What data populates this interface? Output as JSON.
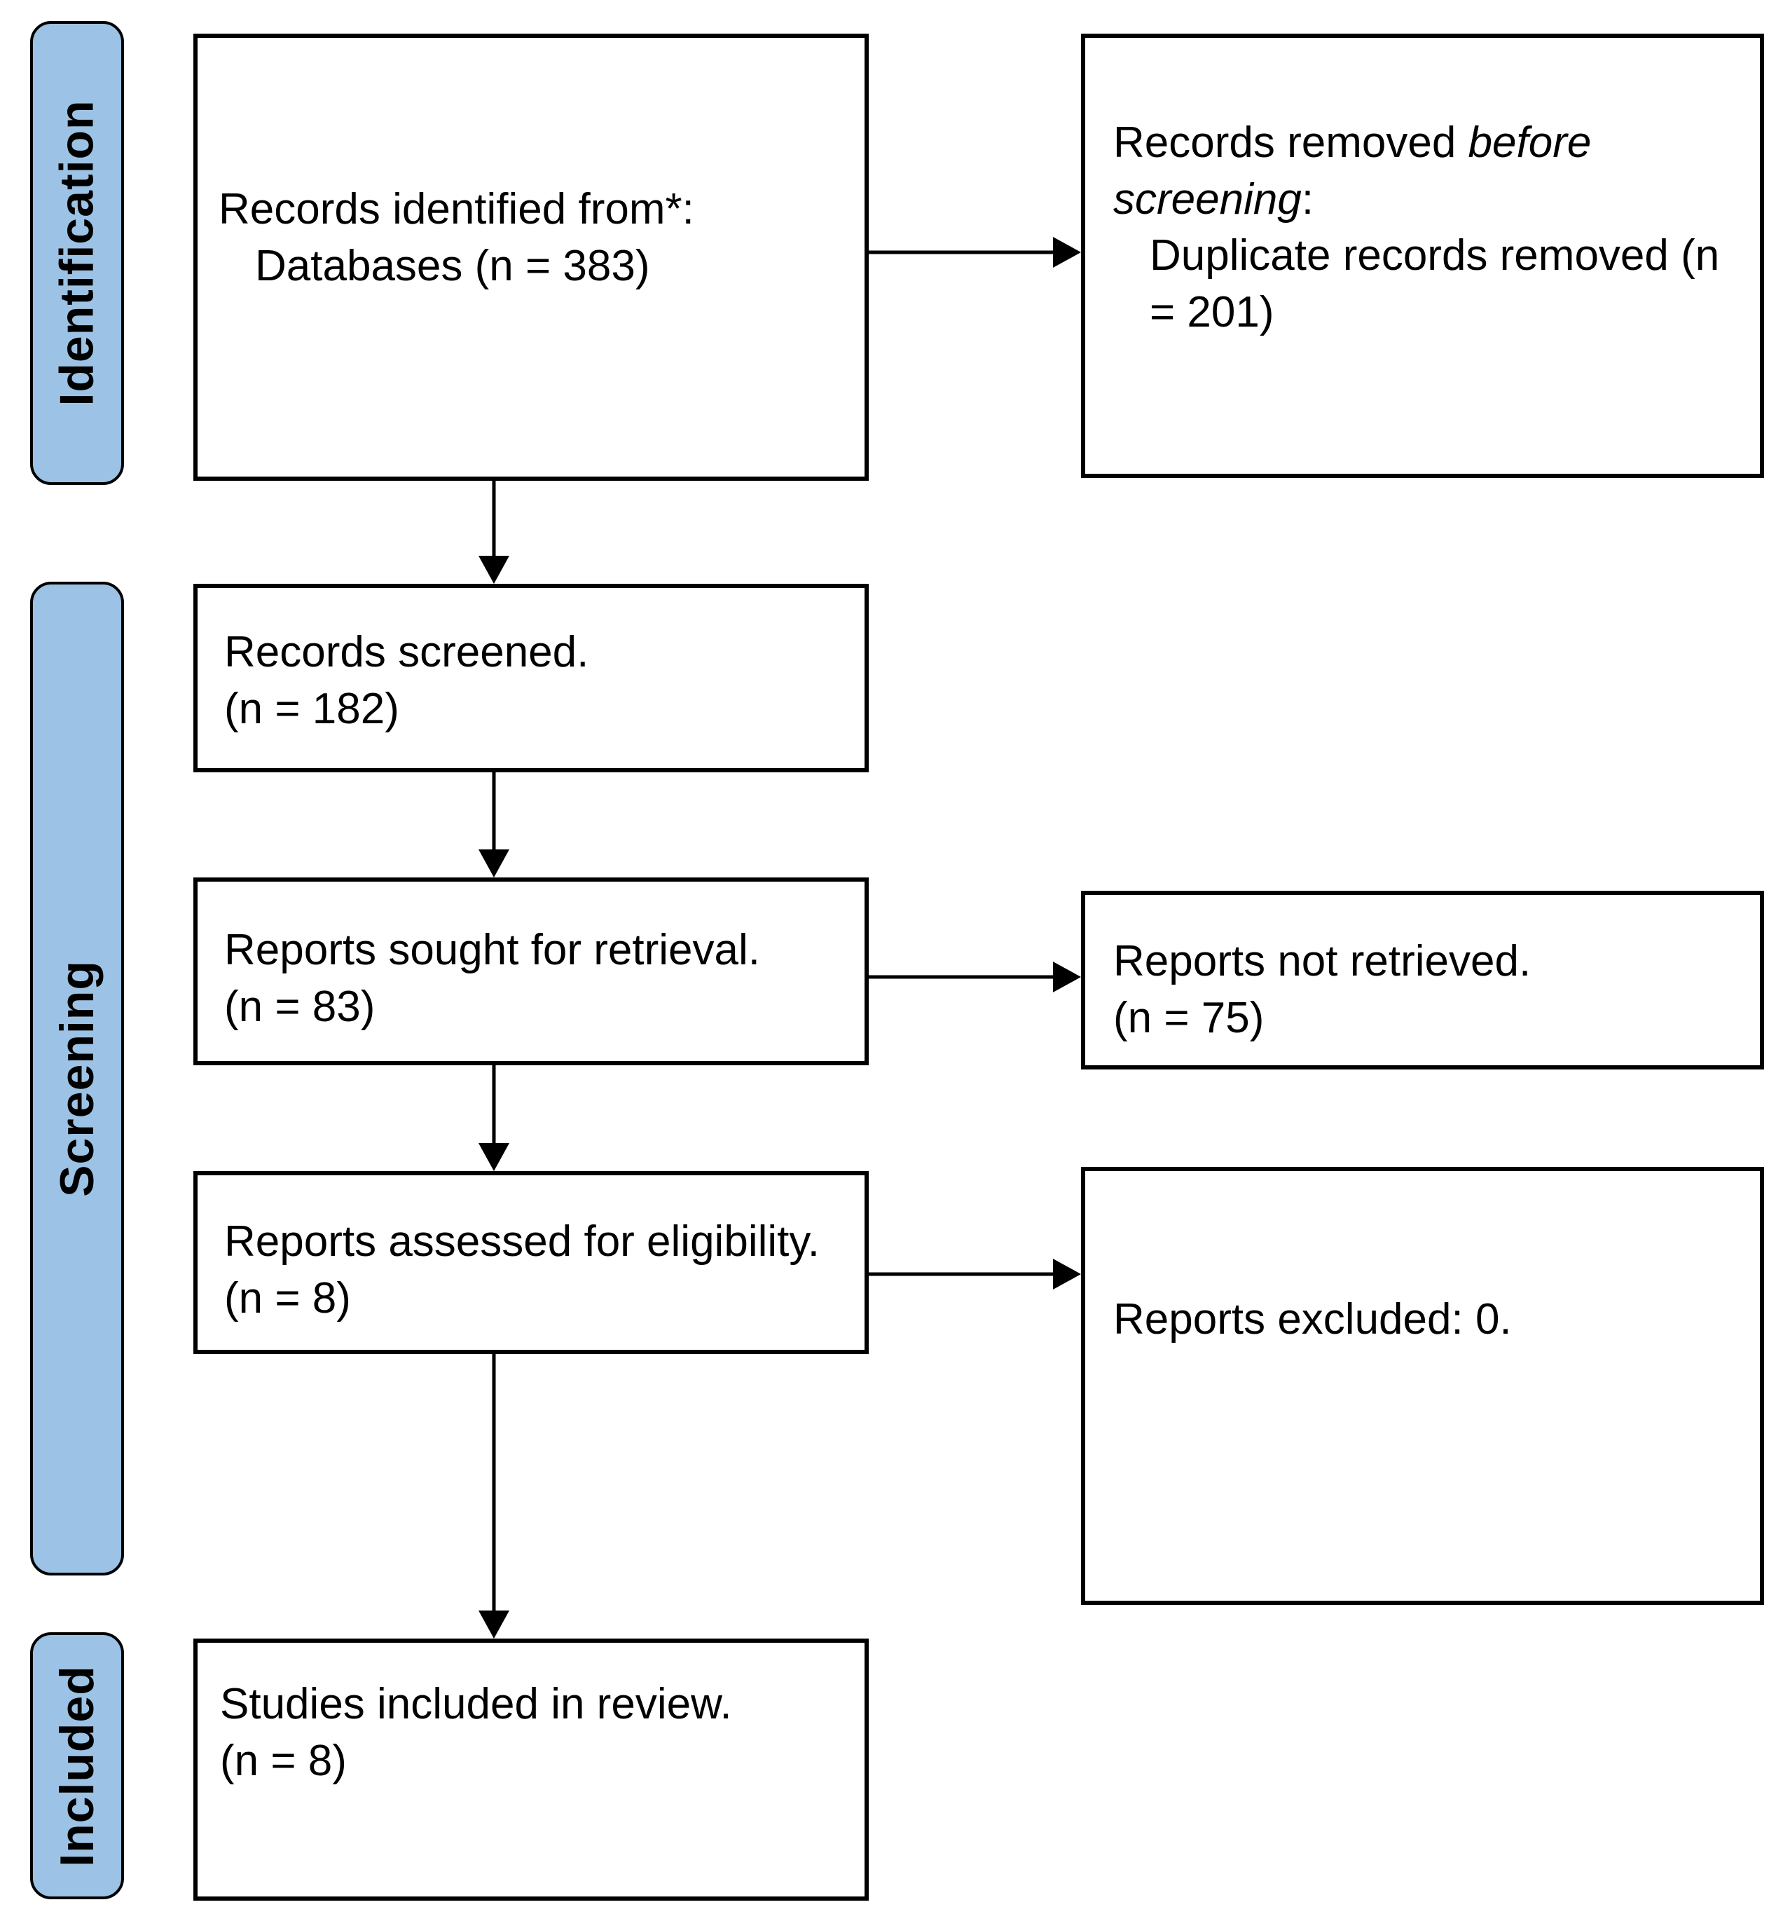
{
  "stages": {
    "identification": "Identification",
    "screening": "Screening",
    "included": "Included"
  },
  "boxes": {
    "identified": {
      "line1": "Records identified from*:",
      "line2": "Databases (n = 383)"
    },
    "removed": {
      "line1_pre": "Records removed ",
      "line1_italic": "before screening",
      "line1_post": ":",
      "line2": "Duplicate records removed (n = 201)"
    },
    "screened": {
      "line1": "Records screened.",
      "line2": "(n = 182)"
    },
    "sought": {
      "line1": "Reports sought for retrieval.",
      "line2": "(n = 83)"
    },
    "not_retrieved": {
      "line1": "Reports not retrieved.",
      "line2": "(n = 75)"
    },
    "assessed": {
      "line1": "Reports assessed for eligibility.",
      "line2": "(n = 8)"
    },
    "excluded": {
      "line1": "Reports excluded: 0."
    },
    "included": {
      "line1": "Studies included in review.",
      "line2": "(n = 8)"
    }
  },
  "colors": {
    "stage_fill": "#9CC3E5",
    "stage_border": "#000000",
    "box_border": "#000000",
    "box_fill": "#FFFFFF",
    "arrow": "#000000",
    "text": "#000000"
  }
}
